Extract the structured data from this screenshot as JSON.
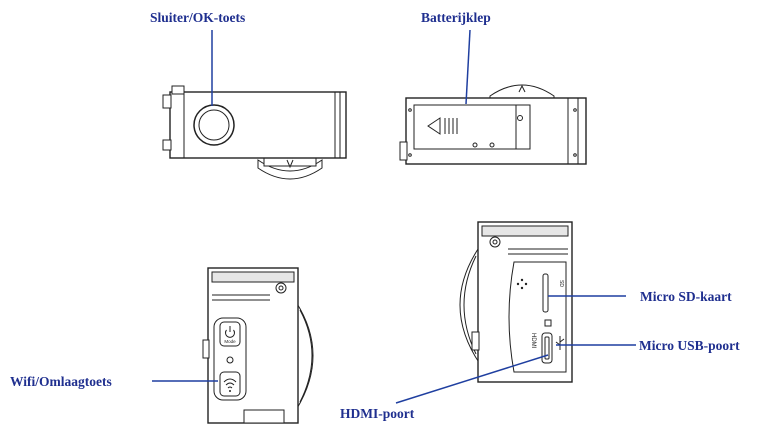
{
  "labels": {
    "shutter": "Sluiter/OK-toets",
    "battery": "Batterijklep",
    "wifi": "Wifi/Omlaagtoets",
    "hdmi": "HDMI-poort",
    "sd": "Micro SD-kaart",
    "usb": "Micro USB-poort"
  },
  "device_text": {
    "mode": "Mode",
    "hdmi": "HDMI"
  },
  "colors": {
    "label": "#1f2f8f",
    "leader": "#1f3fa0",
    "outline": "#222222"
  },
  "icons": {
    "power": "power-icon",
    "wifi": "wifi-icon",
    "battery_slide": "arrow-left-icon"
  }
}
